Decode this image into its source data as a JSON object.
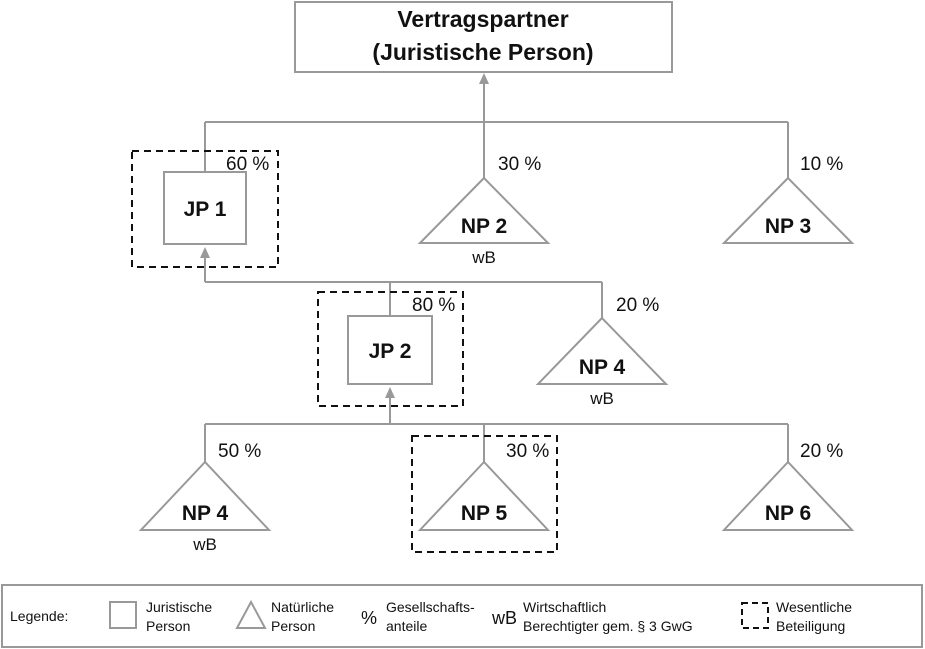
{
  "title": {
    "line1": "Vertragspartner",
    "line2": "(Juristische Person)"
  },
  "nodes": {
    "jp1": {
      "label": "JP 1",
      "percent": "60 %"
    },
    "np2": {
      "label": "NP 2",
      "percent": "30 %",
      "note": "wB"
    },
    "np3": {
      "label": "NP 3",
      "percent": "10 %"
    },
    "jp2": {
      "label": "JP 2",
      "percent": "80 %"
    },
    "np4a": {
      "label": "NP 4",
      "percent": "20 %",
      "note": "wB"
    },
    "np4b": {
      "label": "NP 4",
      "percent": "50 %",
      "note": "wB"
    },
    "np5": {
      "label": "NP 5",
      "percent": "30 %"
    },
    "np6": {
      "label": "NP 6",
      "percent": "20 %"
    }
  },
  "legend": {
    "heading": "Legende:",
    "jp_line1": "Juristische",
    "jp_line2": "Person",
    "np_line1": "Natürliche",
    "np_line2": "Person",
    "pct_symbol": "%",
    "pct_line1": "Gesellschafts-",
    "pct_line2": "anteile",
    "wb_symbol": "wB",
    "wb_line1": "Wirtschaftlich",
    "wb_line2": "Berechtigter gem. § 3 GwG",
    "wesentlich_line1": "Wesentliche",
    "wesentlich_line2": "Beteiligung"
  },
  "colors": {
    "line": "#999999",
    "text": "#111111",
    "dash": "#111111"
  }
}
